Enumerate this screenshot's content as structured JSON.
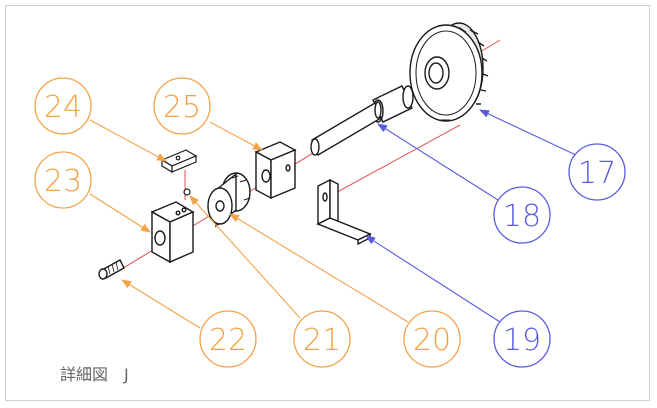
{
  "title": "詳細図　J",
  "colors": {
    "orange": "#F4A24A",
    "blue": "#5B5BE0",
    "axis": "#E05050",
    "line": "#1a1a1a",
    "frame": "#cfcfcf"
  },
  "callouts": [
    {
      "id": "c17",
      "label": "17",
      "color": "blue"
    },
    {
      "id": "c18",
      "label": "18",
      "color": "blue"
    },
    {
      "id": "c19",
      "label": "19",
      "color": "blue"
    },
    {
      "id": "c20",
      "label": "20",
      "color": "orange"
    },
    {
      "id": "c21",
      "label": "21",
      "color": "orange"
    },
    {
      "id": "c22",
      "label": "22",
      "color": "orange"
    },
    {
      "id": "c23",
      "label": "23",
      "color": "orange"
    },
    {
      "id": "c24",
      "label": "24",
      "color": "orange"
    },
    {
      "id": "c25",
      "label": "25",
      "color": "orange"
    }
  ]
}
